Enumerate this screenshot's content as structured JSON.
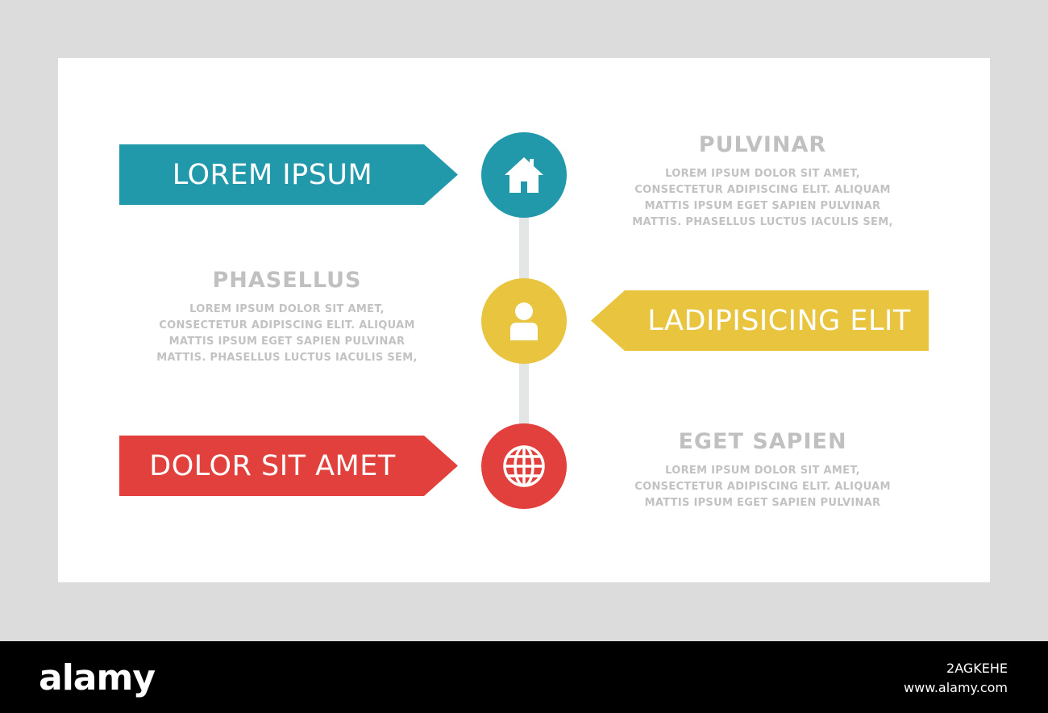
{
  "colors": {
    "teal": "#2298ab",
    "yellow": "#e9c43f",
    "red": "#e2403c",
    "gray_text": "#c0c0c0",
    "connector": "#e4e6e6"
  },
  "banners": [
    {
      "label": "LOREM IPSUM",
      "color": "#2298ab"
    },
    {
      "label": "LADIPISICING ELIT",
      "color": "#e9c43f"
    },
    {
      "label": "DOLOR SIT AMET",
      "color": "#e2403c"
    }
  ],
  "nodes": [
    {
      "icon": "home-icon",
      "color": "#2298ab"
    },
    {
      "icon": "user-icon",
      "color": "#e9c43f"
    },
    {
      "icon": "globe-icon",
      "color": "#e2403c"
    }
  ],
  "text_blocks": [
    {
      "heading": "PULVINAR",
      "lines": [
        "LOREM IPSUM DOLOR SIT AMET,",
        "CONSECTETUR ADIPISCING ELIT. ALIQUAM",
        "MATTIS IPSUM EGET SAPIEN PULVINAR",
        "MATTIS. PHASELLUS LUCTUS IACULIS SEM,"
      ]
    },
    {
      "heading": "PHASELLUS",
      "lines": [
        "LOREM IPSUM DOLOR SIT AMET,",
        "CONSECTETUR ADIPISCING ELIT. ALIQUAM",
        "MATTIS IPSUM EGET SAPIEN PULVINAR",
        "MATTIS. PHASELLUS LUCTUS IACULIS SEM,"
      ]
    },
    {
      "heading": "EGET SAPIEN",
      "lines": [
        "LOREM IPSUM DOLOR SIT AMET,",
        "CONSECTETUR ADIPISCING ELIT. ALIQUAM",
        "MATTIS IPSUM EGET SAPIEN PULVINAR"
      ]
    }
  ],
  "footer": {
    "logo": "alamy",
    "image_id": "2AGKEHE",
    "site": "www.alamy.com"
  }
}
